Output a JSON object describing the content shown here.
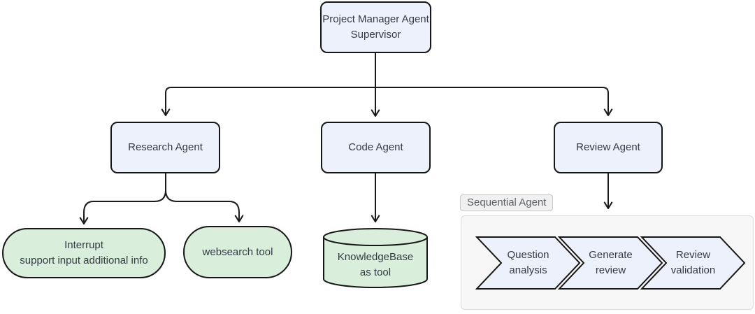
{
  "diagram": {
    "nodes": {
      "supervisor": {
        "line1": "Project Manager Agent",
        "line2": "Supervisor"
      },
      "research_agent": {
        "label": "Research Agent"
      },
      "code_agent": {
        "label": "Code Agent"
      },
      "review_agent": {
        "label": "Review Agent"
      },
      "interrupt": {
        "line1": "Interrupt",
        "line2": "support input additional info"
      },
      "websearch": {
        "label": "websearch tool"
      },
      "knowledgebase": {
        "line1": "KnowledgeBase",
        "line2": "as tool"
      }
    },
    "sequential": {
      "cluster_label": "Sequential Agent",
      "steps": [
        {
          "line1": "Question",
          "line2": "analysis"
        },
        {
          "line1": "Generate",
          "line2": "review"
        },
        {
          "line1": "Review",
          "line2": "validation"
        }
      ]
    },
    "colors": {
      "agent_fill": "#ECF1FB",
      "tool_fill": "#D9EEDB",
      "node_border": "#161616",
      "edge": "#1A1A1A",
      "cluster_bg": "#F7F7F8",
      "cluster_border": "#DBDBDB",
      "label_bg": "#F0F0F0",
      "label_border": "#C9C9C9",
      "text": "#333A45"
    }
  }
}
